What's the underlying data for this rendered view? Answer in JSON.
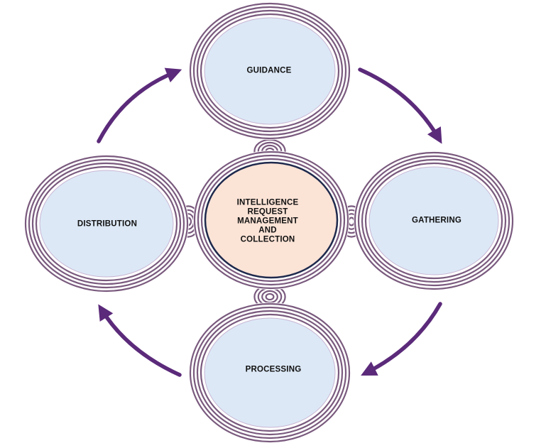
{
  "title": "Intelligence cycle",
  "colors": {
    "ring_stroke": "#7a5a7e",
    "ring_gap": "#ffffff",
    "node_fill": "#dce8f6",
    "center_fill": "#fbe3d6",
    "center_border": "#1f2a4d",
    "arrow": "#5b2a7a"
  },
  "center": {
    "lines": [
      "INTELLIGENCE",
      "REQUEST",
      "MANAGEMENT",
      "AND",
      "COLLECTION"
    ]
  },
  "nodes": [
    {
      "id": "guidance",
      "label": "GUIDANCE",
      "position": "top"
    },
    {
      "id": "gathering",
      "label": "GATHERING",
      "position": "right"
    },
    {
      "id": "processing",
      "label": "PROCESSING",
      "position": "bottom"
    },
    {
      "id": "distribution",
      "label": "DISTRIBUTION",
      "position": "left"
    }
  ],
  "arrows": [
    {
      "from": "guidance",
      "to": "gathering",
      "direction": "clockwise"
    },
    {
      "from": "gathering",
      "to": "processing",
      "direction": "clockwise"
    },
    {
      "from": "processing",
      "to": "distribution",
      "direction": "clockwise"
    },
    {
      "from": "distribution",
      "to": "guidance",
      "direction": "clockwise"
    }
  ]
}
